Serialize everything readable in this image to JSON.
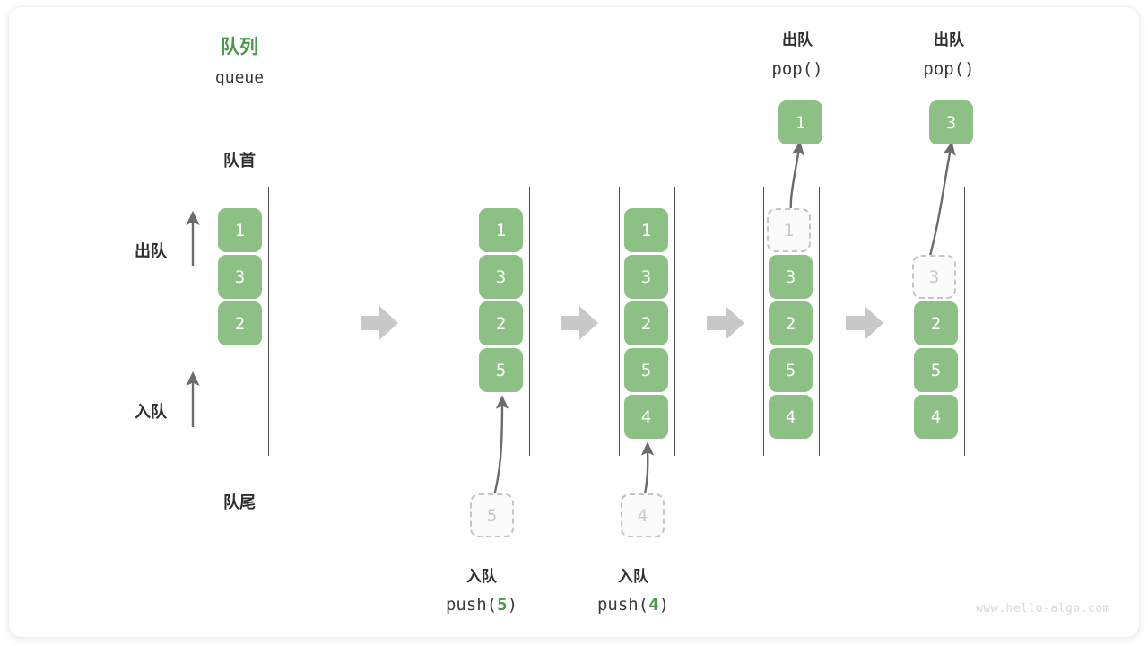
{
  "title": {
    "cn": "队列",
    "en": "queue"
  },
  "labels": {
    "front": "队首",
    "rear": "队尾",
    "dequeue": "出队",
    "enqueue": "入队"
  },
  "watermark": "www.hello-algo.com",
  "colors": {
    "cell_green": "#8cc084",
    "title_green": "#479a47",
    "ghost_border": "#c4c4c4",
    "ghost_text": "#c9c9c9",
    "rail": "#4d4d4d",
    "flow_arrow": "#c8c8c8",
    "text_dark": "#2e2e2e",
    "watermark": "#d9d9d9"
  },
  "stages": [
    {
      "name": "initial",
      "cells": [
        {
          "value": "1",
          "state": "filled"
        },
        {
          "value": "3",
          "state": "filled"
        },
        {
          "value": "2",
          "state": "filled"
        }
      ],
      "incoming": null,
      "popped": null,
      "caption_cn": "",
      "caption_code": ""
    },
    {
      "name": "push-5",
      "cells": [
        {
          "value": "1",
          "state": "filled"
        },
        {
          "value": "3",
          "state": "filled"
        },
        {
          "value": "2",
          "state": "filled"
        },
        {
          "value": "5",
          "state": "filled"
        }
      ],
      "incoming": {
        "value": "5",
        "state": "ghost"
      },
      "popped": null,
      "caption_cn": "入队",
      "caption_code_pre": "push(",
      "caption_code_num": "5",
      "caption_code_post": ")"
    },
    {
      "name": "push-4",
      "cells": [
        {
          "value": "1",
          "state": "filled"
        },
        {
          "value": "3",
          "state": "filled"
        },
        {
          "value": "2",
          "state": "filled"
        },
        {
          "value": "5",
          "state": "filled"
        },
        {
          "value": "4",
          "state": "filled"
        }
      ],
      "incoming": {
        "value": "4",
        "state": "ghost"
      },
      "popped": null,
      "caption_cn": "入队",
      "caption_code_pre": "push(",
      "caption_code_num": "4",
      "caption_code_post": ")"
    },
    {
      "name": "pop-1",
      "cells": [
        {
          "value": "1",
          "state": "ghost"
        },
        {
          "value": "3",
          "state": "filled"
        },
        {
          "value": "2",
          "state": "filled"
        },
        {
          "value": "5",
          "state": "filled"
        },
        {
          "value": "4",
          "state": "filled"
        }
      ],
      "incoming": null,
      "popped": {
        "value": "1",
        "state": "filled"
      },
      "caption_cn": "出队",
      "caption_code": "pop()"
    },
    {
      "name": "pop-3",
      "cells": [
        {
          "value": "",
          "state": "empty"
        },
        {
          "value": "3",
          "state": "ghost"
        },
        {
          "value": "2",
          "state": "filled"
        },
        {
          "value": "5",
          "state": "filled"
        },
        {
          "value": "4",
          "state": "filled"
        }
      ],
      "incoming": null,
      "popped": {
        "value": "3",
        "state": "filled"
      },
      "caption_cn": "出队",
      "caption_code": "pop()"
    }
  ],
  "flow_arrows": 4
}
